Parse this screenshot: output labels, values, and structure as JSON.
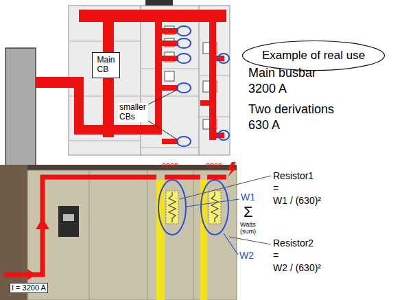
{
  "diagram": {
    "nodes": [
      {
        "text": [
          "Main CB"
        ]
      },
      {
        "text": [
          "Example of real use"
        ]
      }
    ],
    "labels": [
      "smaller CBs",
      "Main busbar",
      "3200 A",
      "Two derivations",
      "630 A",
      "open",
      "open",
      "W1",
      "Σ",
      "Watts (sum)",
      "W2",
      "Resistor1",
      "=",
      "W1 / (630)²",
      "Resistor2",
      "=",
      "W2 / (630)²",
      "I = 3200 A"
    ]
  }
}
